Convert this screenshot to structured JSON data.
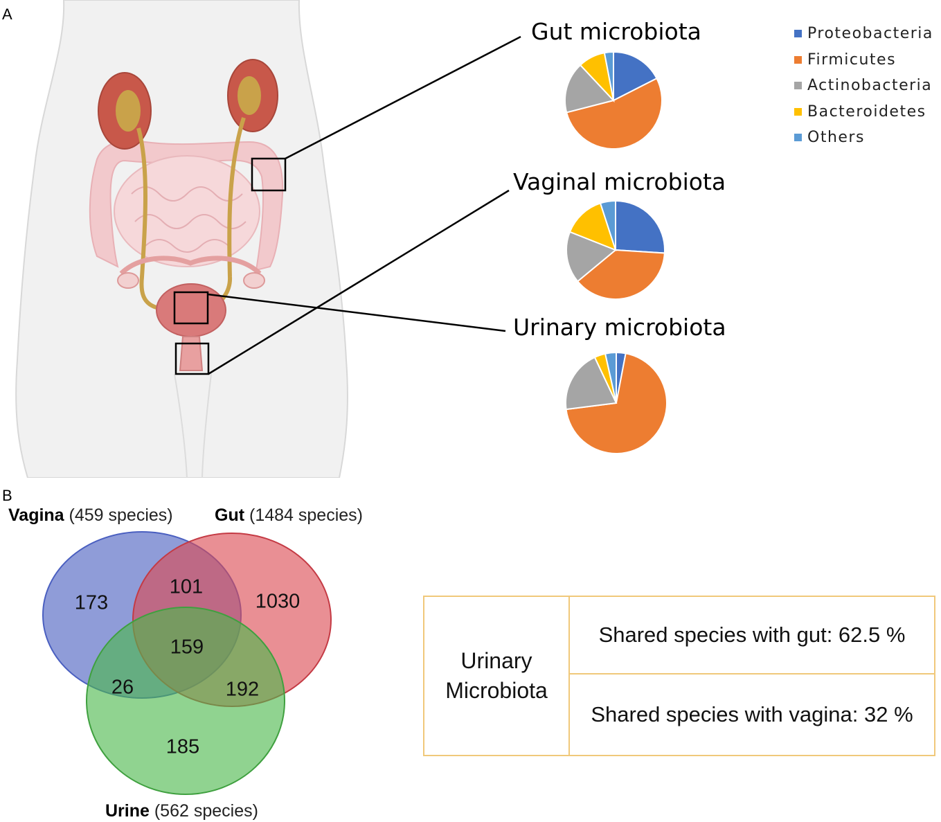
{
  "panel_a_label": "A",
  "panel_b_label": "B",
  "pies": {
    "gut": {
      "title": "Gut microbiota"
    },
    "vaginal": {
      "title": "Vaginal microbiota"
    },
    "urinary": {
      "title": "Urinary microbiota"
    }
  },
  "legend": [
    {
      "label": "Proteobacteria",
      "color": "#4472c4"
    },
    {
      "label": "Firmicutes",
      "color": "#ed7d31"
    },
    {
      "label": "Actinobacteria",
      "color": "#a5a5a5"
    },
    {
      "label": "Bacteroidetes",
      "color": "#ffc000"
    },
    {
      "label": "Others",
      "color": "#5b9bd5"
    }
  ],
  "chart_data": [
    {
      "type": "pie",
      "title": "Gut microbiota",
      "categories": [
        "Proteobacteria",
        "Firmicutes",
        "Actinobacteria",
        "Bacteroidetes",
        "Others"
      ],
      "values": [
        17.5,
        53.5,
        17,
        9,
        3
      ]
    },
    {
      "type": "pie",
      "title": "Vaginal microbiota",
      "categories": [
        "Proteobacteria",
        "Firmicutes",
        "Actinobacteria",
        "Bacteroidetes",
        "Others"
      ],
      "values": [
        26,
        38,
        17,
        14,
        5
      ]
    },
    {
      "type": "pie",
      "title": "Urinary microbiota",
      "categories": [
        "Proteobacteria",
        "Firmicutes",
        "Actinobacteria",
        "Bacteroidetes",
        "Others"
      ],
      "values": [
        3,
        70,
        20,
        3.5,
        3.5
      ]
    }
  ],
  "venn": {
    "vagina": {
      "name": "Vagina",
      "detail": "(459 species)",
      "color": "#6b7fcc"
    },
    "gut": {
      "name": "Gut",
      "detail": "(1484 species)",
      "color": "#e06c72"
    },
    "urine": {
      "name": "Urine",
      "detail": "(562 species)",
      "color": "#6cc06c"
    },
    "regions": {
      "vagina_only": "173",
      "vagina_gut": "101",
      "gut_only": "1030",
      "all_three": "159",
      "vagina_urine": "26",
      "gut_urine": "192",
      "urine_only": "185"
    }
  },
  "urinary_table": {
    "label_line1": "Urinary",
    "label_line2": "Microbiota",
    "row1": "Shared species with gut: 62.5 %",
    "row2": "Shared species with vagina: 32 %"
  }
}
